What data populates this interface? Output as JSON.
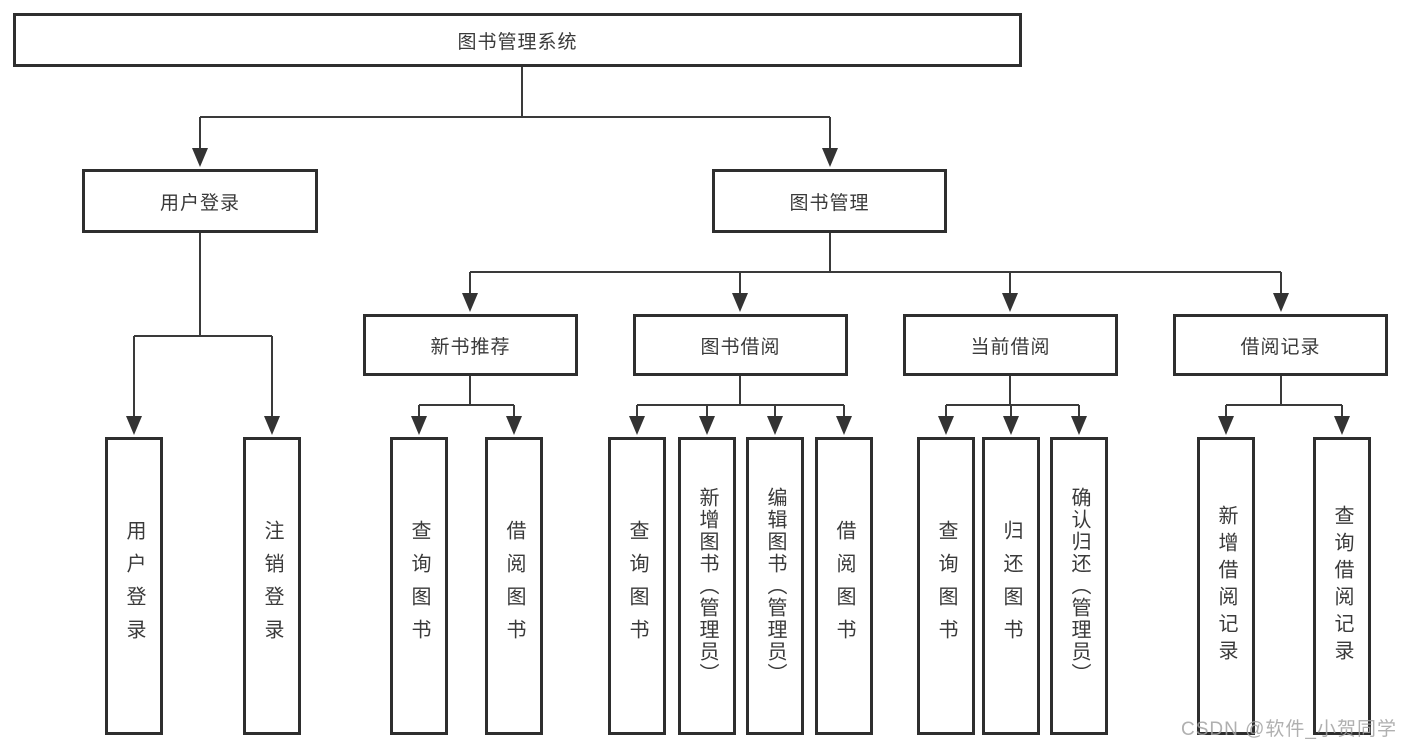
{
  "watermark": {
    "text": "CSDN @软件_小贺同学"
  },
  "colors": {
    "line": "#3a3a3a",
    "box_border": "#2e2e2e",
    "text": "#3a3a3a",
    "watermark": "#a3a3a3"
  },
  "tree": {
    "label": "图书管理系统",
    "children": [
      {
        "label": "用户登录",
        "children": [
          {
            "label": "用户登录"
          },
          {
            "label": "注销登录"
          }
        ]
      },
      {
        "label": "图书管理",
        "children": [
          {
            "label": "新书推荐",
            "children": [
              {
                "label": "查询图书"
              },
              {
                "label": "借阅图书"
              }
            ]
          },
          {
            "label": "图书借阅",
            "children": [
              {
                "label": "查询图书"
              },
              {
                "label": "新增图书（管理员）"
              },
              {
                "label": "编辑图书（管理员）"
              },
              {
                "label": "借阅图书"
              }
            ]
          },
          {
            "label": "当前借阅",
            "children": [
              {
                "label": "查询图书"
              },
              {
                "label": "归还图书"
              },
              {
                "label": "确认归还（管理员）"
              }
            ]
          },
          {
            "label": "借阅记录",
            "children": [
              {
                "label": "新增借阅记录"
              },
              {
                "label": "查询借阅记录"
              }
            ]
          }
        ]
      }
    ]
  }
}
